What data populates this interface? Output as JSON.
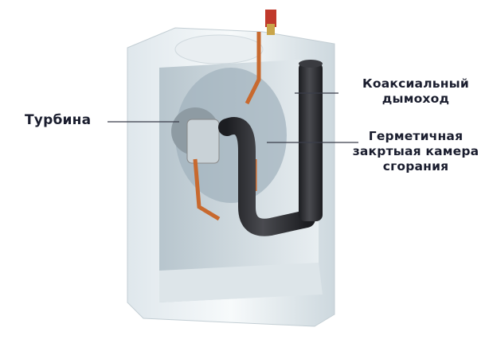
{
  "diagram": {
    "subject": "boiler-cutaway",
    "colors": {
      "label_text": "#1a1d2e",
      "leader_line": "#3a3d4a",
      "casing": "#eef3f6",
      "pipe_black": "#2b2c30",
      "copper": "#c8692e"
    },
    "labels": {
      "turbine": "Турбина",
      "coax_line1": "Коаксиальный",
      "coax_line2": "дымоход",
      "chamber_line1": "Герметичная",
      "chamber_line2": "закртыая камера",
      "chamber_line3": "сгорания"
    }
  }
}
